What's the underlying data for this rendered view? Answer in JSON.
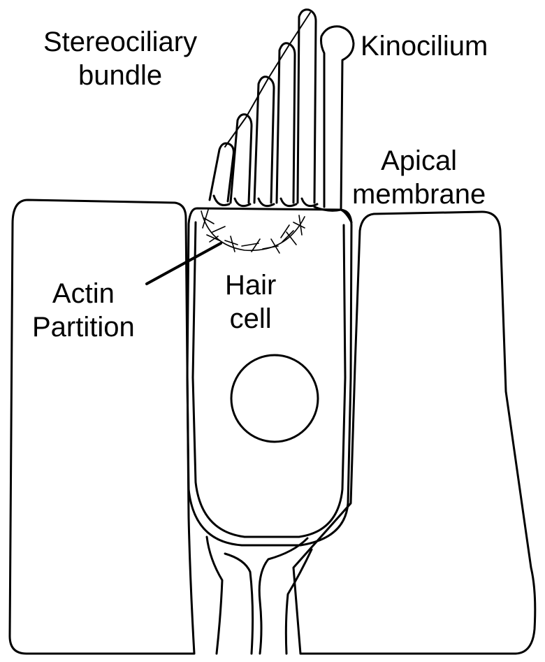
{
  "labels": {
    "stereociliary_bundle": [
      "Stereociliary",
      "bundle"
    ],
    "kinocilium": "Kinocilium",
    "apical_membrane": [
      "Apical",
      "membrane"
    ],
    "actin_partition": [
      "Actin",
      "Partition"
    ],
    "hair_cell": [
      "Hair",
      "cell"
    ]
  },
  "colors": {
    "line": "#000000",
    "background": "#ffffff"
  }
}
